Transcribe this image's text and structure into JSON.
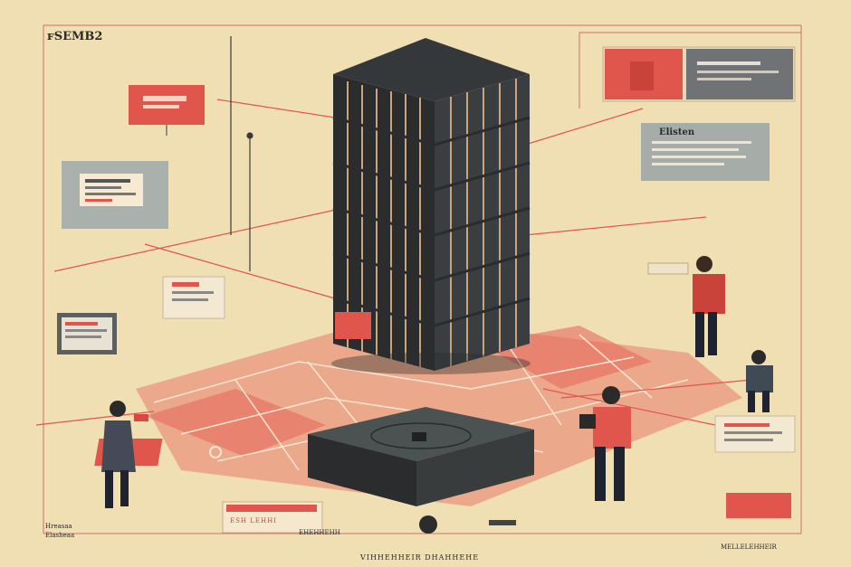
{
  "labels": {
    "corner_title": "ꜰSEMB2",
    "panel_title": "Elisten",
    "sign_text": "ESH LEHHI",
    "footer_center": "VIHHEHHEIR DHAHHEHE",
    "footer_left_1": "Hreasaa",
    "footer_left_2": "Elasheaa",
    "footer_right": "MELLELEHHEIR",
    "footer_mid": "EHEHHEHH"
  },
  "palette": {
    "background": "#f1dfb4",
    "accent_red": "#e0554c",
    "tower": "#2e3134",
    "panel_gray": "#a6aca7",
    "ink": "#2b2b2b"
  }
}
